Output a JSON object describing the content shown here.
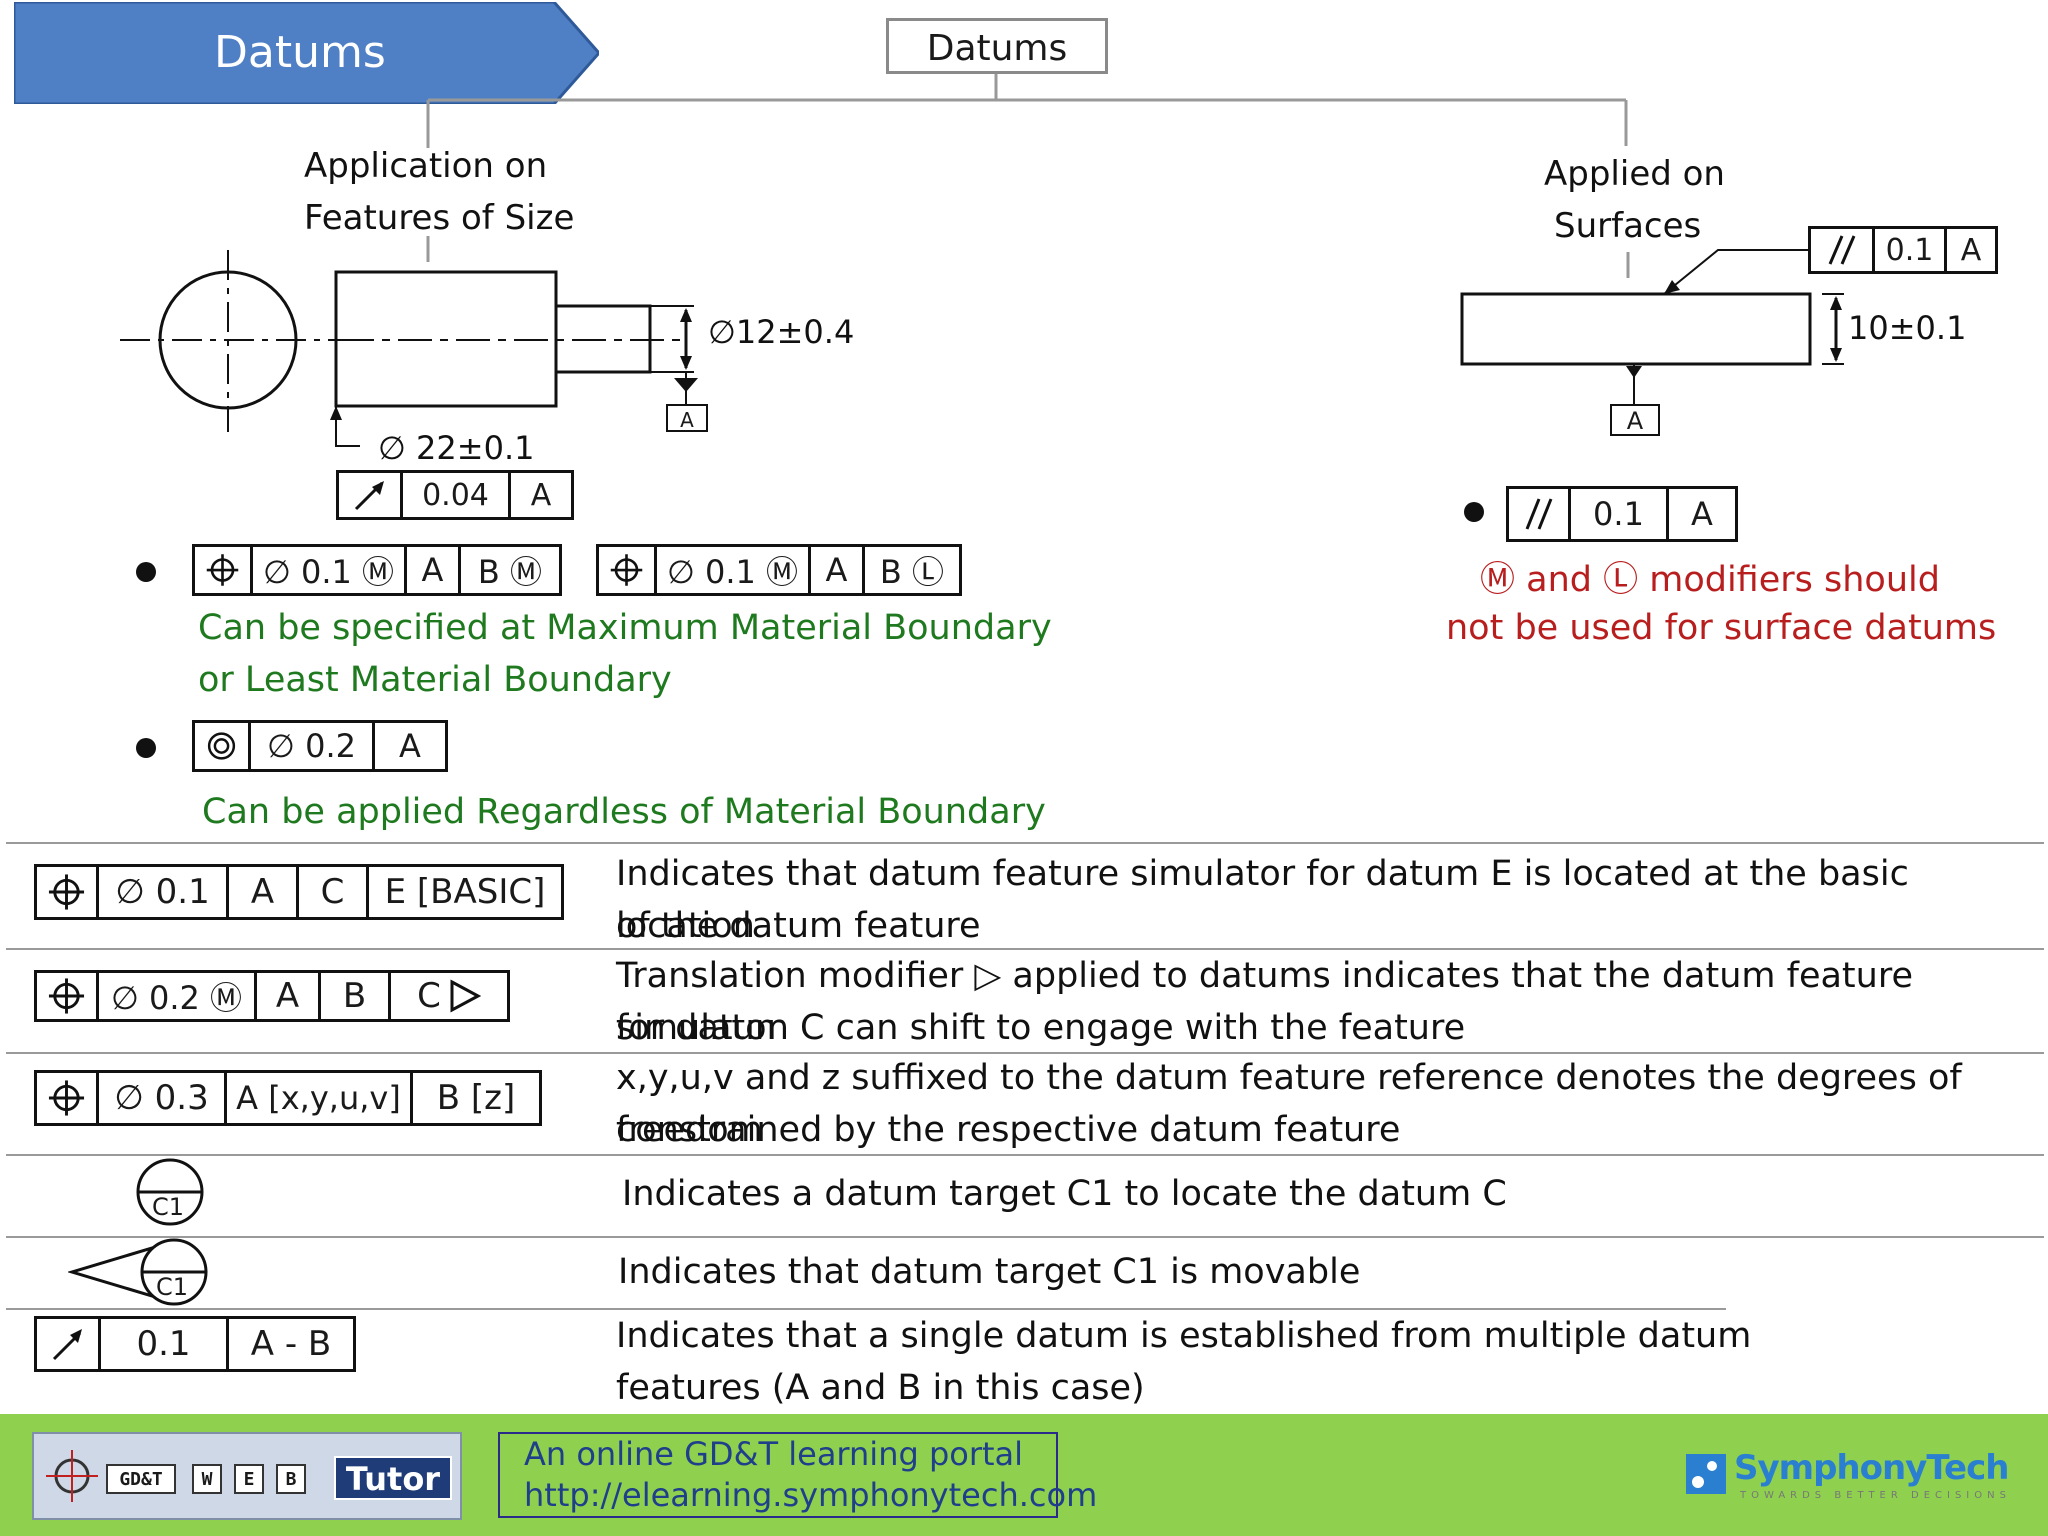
{
  "header": {
    "title": "Datums",
    "center_box": "Datums"
  },
  "left_branch": {
    "label_line1": "Application on",
    "label_line2": "Features of Size",
    "dim_d12": "∅12±0.4",
    "datum_a": "A",
    "dim_d22": "∅ 22±0.1",
    "runout_fcf": [
      "0.04",
      "A"
    ],
    "fcf1": [
      "∅ 0.1 Ⓜ",
      "A",
      "B Ⓜ"
    ],
    "fcf2": [
      "∅ 0.1 Ⓜ",
      "A",
      "B Ⓛ"
    ],
    "note1_line1": "Can be specified at Maximum Material Boundary",
    "note1_line2": "or Least Material Boundary",
    "fcf3": [
      "∅ 0.2",
      "A"
    ],
    "note2": "Can be applied Regardless of Material Boundary"
  },
  "right_branch": {
    "label_line1": "Applied on",
    "label_line2": "Surfaces",
    "top_fcf": [
      "0.1",
      "A"
    ],
    "dim": "10±0.1",
    "datum_a": "A",
    "fcf": [
      "0.1",
      "A"
    ],
    "note_line1": "Ⓜ and Ⓛ modifiers should",
    "note_line2": "not be used for surface datums"
  },
  "rows": [
    {
      "fcf": [
        "∅ 0.1",
        "A",
        "C",
        "E [BASIC]"
      ],
      "desc1": "Indicates that datum feature simulator for datum E is located at the basic location",
      "desc2": "of the datum feature"
    },
    {
      "fcf": [
        "∅ 0.2 Ⓜ",
        "A",
        "B",
        "C"
      ],
      "desc1": "Translation modifier ▷ applied to datums indicates that the datum feature simulator",
      "desc2": "for datum C can shift to engage with the feature"
    },
    {
      "fcf": [
        "∅ 0.3",
        "A [x,y,u,v]",
        "B [z]"
      ],
      "desc1": "x,y,u,v and z suffixed to the datum feature reference denotes the degrees of freedom",
      "desc2": "constrained by the respective datum feature"
    },
    {
      "target": "C1",
      "desc1": "Indicates a datum target C1 to locate the datum C"
    },
    {
      "target": "C1",
      "desc1": "Indicates that datum target C1 is movable"
    },
    {
      "fcf": [
        "0.1",
        "A - B"
      ],
      "desc1": "Indicates that a single datum is established from multiple datum",
      "desc2": "features (A and B in this case)"
    }
  ],
  "footer": {
    "logo_boxes": [
      "GD&T",
      "W",
      "E",
      "B"
    ],
    "logo_tutor": "Tutor",
    "portal_line1": "An online GD&T learning portal",
    "portal_line2": "http://elearning.symphonytech.com",
    "brand": "SymphonyTech",
    "brand_tagline": "TOWARDS BETTER DECISIONS"
  },
  "colors": {
    "banner": "#4f7fc4",
    "green_note": "#1f7a1f",
    "red_note": "#b81e1e",
    "footer": "#8fd14f"
  }
}
